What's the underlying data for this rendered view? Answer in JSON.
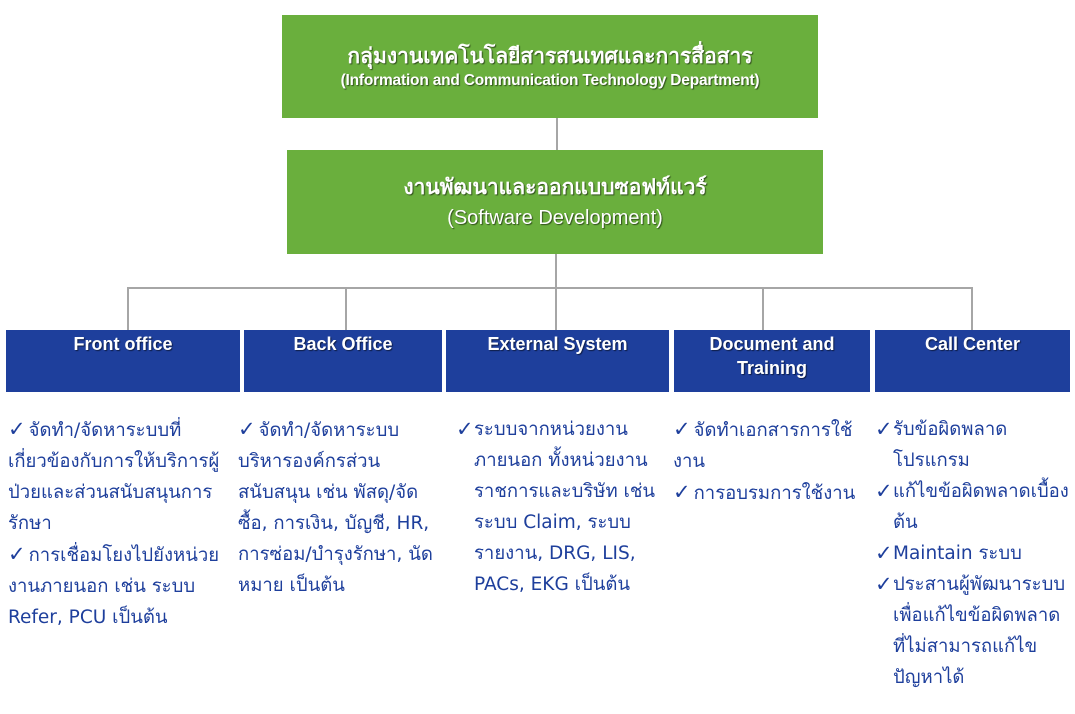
{
  "department": {
    "title_th": "กลุ่มงานเทคโนโลยีสารสนเทศและการสื่อสาร",
    "title_en": "(Information and Communication Technology Department)"
  },
  "section": {
    "title_th": "งานพัฒนาและออกแบบซอฟท์แวร์",
    "title_en": "(Software Development)"
  },
  "check_symbol": "✓",
  "units": [
    {
      "label": "Front office",
      "items": [
        "จัดทำ/จัดหาระบบที่เกี่ยวข้องกับการให้บริการผู้ป่วยและส่วนสนับสนุนการรักษา",
        "การเชื่อมโยงไปยังหน่วยงานภายนอก เช่น ระบบ Refer, PCU เป็นต้น"
      ]
    },
    {
      "label": "Back Office",
      "items": [
        "จัดทำ/จัดหาระบบบริหารองค์กรส่วนสนับสนุน เช่น พัสดุ/จัดซื้อ, การเงิน, บัญชี, HR, การซ่อม/บำรุงรักษา, นัดหมาย เป็นต้น"
      ]
    },
    {
      "label": "External System",
      "items": [
        "ระบบจากหน่วยงานภายนอก ทั้งหน่วยงานราชการและบริษัท เช่น ระบบ Claim, ระบบรายงาน, DRG, LIS, PACs, EKG เป็นต้น"
      ]
    },
    {
      "label": "Document and Training",
      "items": [
        "จัดทำเอกสารการใช้งาน",
        "การอบรมการใช้งาน"
      ]
    },
    {
      "label": "Call Center",
      "items": [
        "รับข้อผิดพลาดโปรแกรม",
        "แก้ไขข้อผิดพลาดเบื้องต้น",
        "Maintain ระบบ",
        "ประสานผู้พัฒนาระบบ เพื่อแก้ไขข้อผิดพลาดที่ไม่สามารถแก้ไขปัญหาได้"
      ]
    }
  ],
  "colors": {
    "green_box": "#6aaf3d",
    "blue_box": "#1e3f9c",
    "connector": "#a6a6a6",
    "text_blue": "#1e3f9c"
  }
}
